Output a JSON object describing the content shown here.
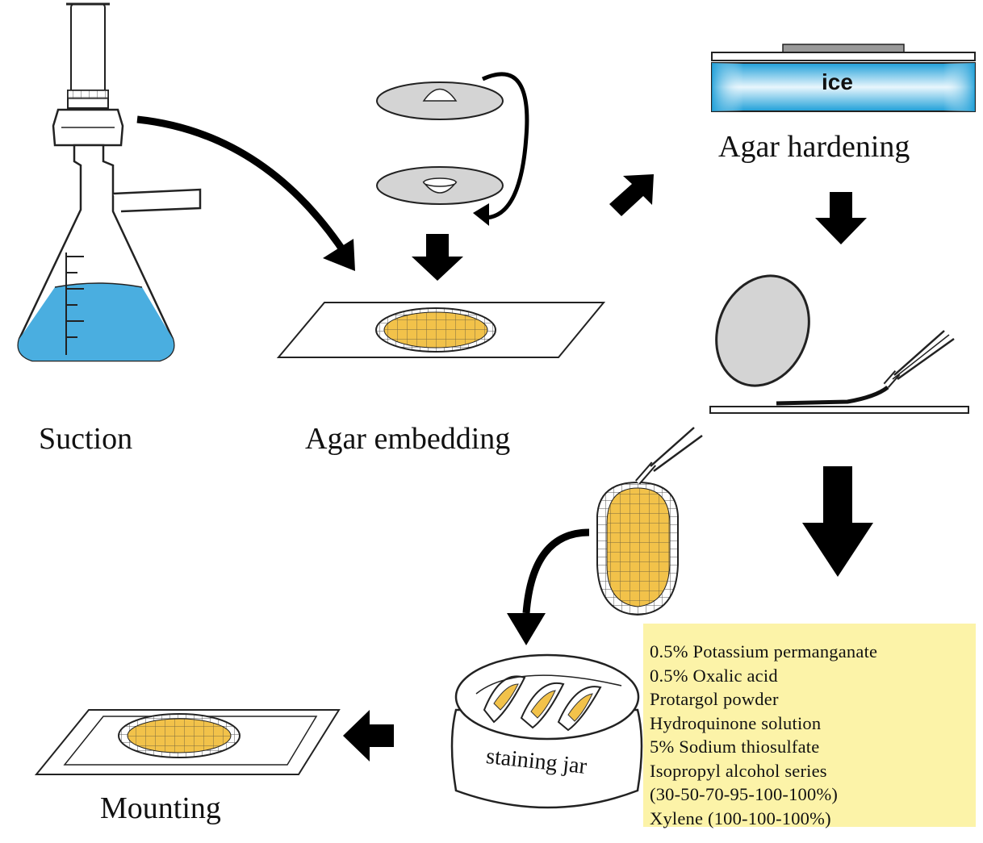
{
  "labels": {
    "suction": "Suction",
    "agar_embedding": "Agar embedding",
    "agar_hardening": "Agar hardening",
    "ice": "ice",
    "staining_jar": "staining jar",
    "mounting": "Mounting"
  },
  "reagents": [
    "0.5% Potassium permanganate",
    "0.5% Oxalic acid",
    "Protargol powder",
    "Hydroquinone solution",
    "5% Sodium thiosulfate",
    "Isopropyl alcohol series",
    "(30-50-70-95-100-100%)",
    "Xylene (100-100-100%)"
  ],
  "colors": {
    "liquid": "#4aaee0",
    "ice_edge": "#1e9fd8",
    "filter_yellow": "#f2c24a",
    "reagent_box": "#fcf3a8",
    "gray_disc": "#d4d4d4"
  }
}
